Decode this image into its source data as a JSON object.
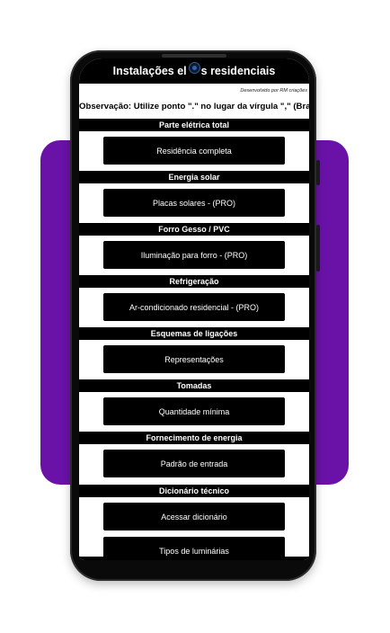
{
  "app": {
    "title_left": "Instalações el",
    "title_right": "s residenciais",
    "developer_note": "Desenvolvido por RM criações",
    "observation": "Observação: Utilize ponto \".\" no lugar da vírgula \",\" (Brasil)"
  },
  "sections": [
    {
      "header": "Parte elétrica total",
      "buttons": [
        "Residência completa"
      ]
    },
    {
      "header": "Energia solar",
      "buttons": [
        "Placas solares - (PRO)"
      ]
    },
    {
      "header": "Forro Gesso / PVC",
      "buttons": [
        "Iluminação para forro - (PRO)"
      ]
    },
    {
      "header": "Refrigeração",
      "buttons": [
        "Ar-condicionado residencial - (PRO)"
      ]
    },
    {
      "header": "Esquemas de ligações",
      "buttons": [
        "Representações"
      ]
    },
    {
      "header": "Tomadas",
      "buttons": [
        "Quantidade mínima"
      ]
    },
    {
      "header": "Fornecimento de energia",
      "buttons": [
        "Padrão de entrada"
      ]
    },
    {
      "header": "Dicionário técnico",
      "buttons": [
        "Acessar dicionário",
        "Tipos de luminárias"
      ]
    }
  ],
  "colors": {
    "background_accent": "#6a12a8",
    "button": "#000000",
    "button_text": "#ffffff"
  }
}
